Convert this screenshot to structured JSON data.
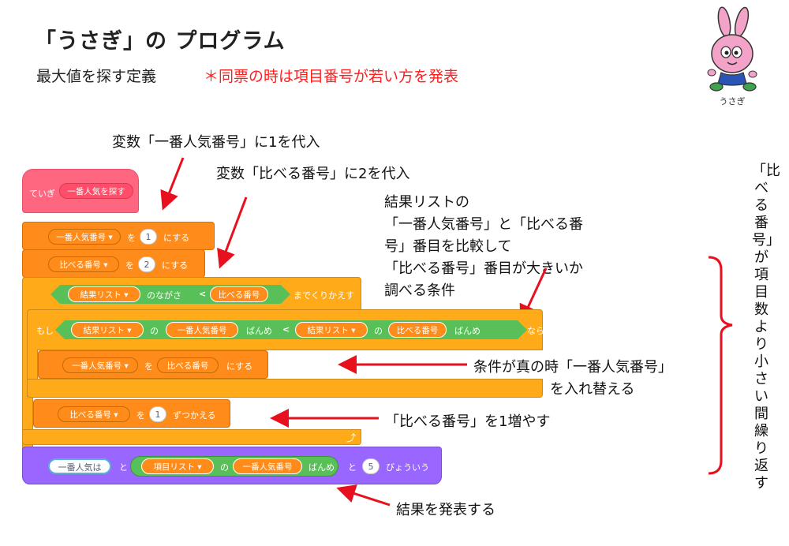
{
  "header": {
    "title": "「うさぎ」の プログラム",
    "subtitle": "最大値を探す定義",
    "note": "＊同票の時は項目番号が若い方を発表"
  },
  "mascot": {
    "label": "うさぎ"
  },
  "annotations": {
    "a1": "変数「一番人気番号」に1を代入",
    "a2": "変数「比べる番号」に2を代入",
    "a3_l1": "結果リストの",
    "a3_l2": "「一番人気番号」と「比べる番",
    "a3_l3": "号」番目を比較して",
    "a3_l4": "「比べる番号」番目が大きいか",
    "a3_l5": "調べる条件",
    "a4_l1": "条件が真の時「一番人気番号」",
    "a4_l2": "を入れ替える",
    "a5": "「比べる番号」を1増やす",
    "a6": "結果を発表する",
    "vertical": "「比べる番号」が項目数より小さい間繰り返す"
  },
  "blocks": {
    "define_label": "ていぎ",
    "define_name": "一番人気を探す",
    "set1_var": "一番人気番号 ▾",
    "set1_to": "を",
    "set1_value": "1",
    "set1_suffix": "にする",
    "set2_var": "比べる番号 ▾",
    "set2_to": "を",
    "set2_value": "2",
    "set2_suffix": "にする",
    "repeat_list": "結果リスト ▾",
    "repeat_length": "のながさ",
    "repeat_lt": "<",
    "repeat_var": "比べる番号",
    "repeat_suffix": "までくりかえす",
    "if_label": "もし",
    "if_list1": "結果リスト ▾",
    "if_of1": "の",
    "if_var1": "一番人気番号",
    "if_item1": "ばんめ",
    "if_lt": "<",
    "if_list2": "結果リスト ▾",
    "if_of2": "の",
    "if_var2": "比べる番号",
    "if_item2": "ばんめ",
    "if_then": "なら",
    "set3_var": "一番人気番号 ▾",
    "set3_to": "を",
    "set3_value": "比べる番号",
    "set3_suffix": "にする",
    "change_var": "比べる番号 ▾",
    "change_by": "を",
    "change_value": "1",
    "change_suffix": "ずつかえる",
    "loop_arrow": "⤴",
    "say_join": "一番人気は",
    "say_and1": "と",
    "say_list": "項目リスト ▾",
    "say_of": "の",
    "say_var": "一番人気番号",
    "say_item": "ばんめ",
    "say_and2": "と",
    "say_secs": "5",
    "say_suffix": "びょういう"
  },
  "colors": {
    "events_pink": "#ff6680",
    "variables_orange": "#ff8c1a",
    "control_gold": "#ffab19",
    "operators_green": "#59c059",
    "looks_purple": "#9966ff",
    "note_red": "#ff1d1d",
    "arrow_red": "#e8101e"
  }
}
